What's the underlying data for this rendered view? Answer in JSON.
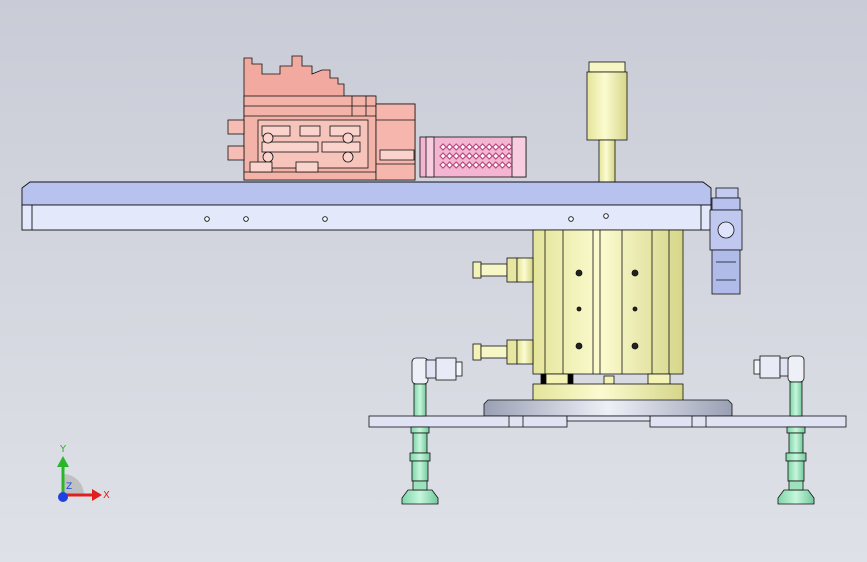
{
  "colors": {
    "bg_top": "#c9ccd6",
    "bg_bottom": "#dfe1e8",
    "blue_plate": "#b8c2ee",
    "blue_plate_light": "#e4e8fb",
    "salmon": "#f2aaa0",
    "salmon_dark": "#d98c82",
    "pink_module": "#f4b5d2",
    "pink_dark": "#b9487f",
    "yellow": "#f3f3b8",
    "yellow_dark": "#d8d888",
    "green": "#a6ebc6",
    "green_dark": "#4f9f78",
    "steel": "#d8dceb",
    "outline": "#111111"
  },
  "triad": {
    "y_label": "Y",
    "z_label": "Z",
    "x_label": "X",
    "y_color": "#29b629",
    "x_color": "#e02020",
    "z_color": "#2040e0"
  }
}
